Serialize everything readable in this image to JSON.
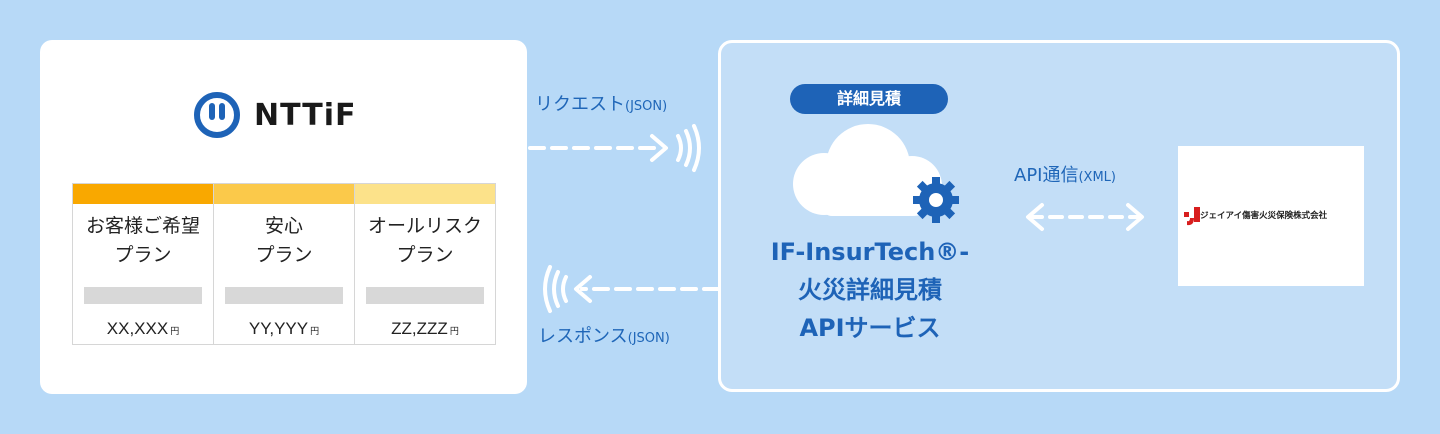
{
  "company": {
    "logo_text": "NTTiF"
  },
  "plans": [
    {
      "name_line1": "お客様ご希望",
      "name_line2": "プラン",
      "price": "XX,XXX",
      "unit": "円",
      "color": "#f9a800"
    },
    {
      "name_line1": "安心",
      "name_line2": "プラン",
      "price": "YY,YYY",
      "unit": "円",
      "color": "#fbc94a"
    },
    {
      "name_line1": "オールリスク",
      "name_line2": "プラン",
      "price": "ZZ,ZZZ",
      "unit": "円",
      "color": "#fce28a"
    }
  ],
  "request": {
    "label": "リクエスト",
    "format": "(JSON)"
  },
  "response": {
    "label": "レスポンス",
    "format": "(JSON)"
  },
  "service": {
    "badge": "詳細見積",
    "title_line1": "IF-InsurTech®-",
    "title_line2": "火災詳細見積",
    "title_line3": "APIサービス"
  },
  "api_link": {
    "label": "API通信",
    "format": "(XML)"
  },
  "partner": {
    "name": "ジェイアイ傷害火災保険株式会社"
  },
  "colors": {
    "background": "#b7d9f7",
    "accent": "#1e63b7",
    "partner_red": "#d81e1e"
  }
}
